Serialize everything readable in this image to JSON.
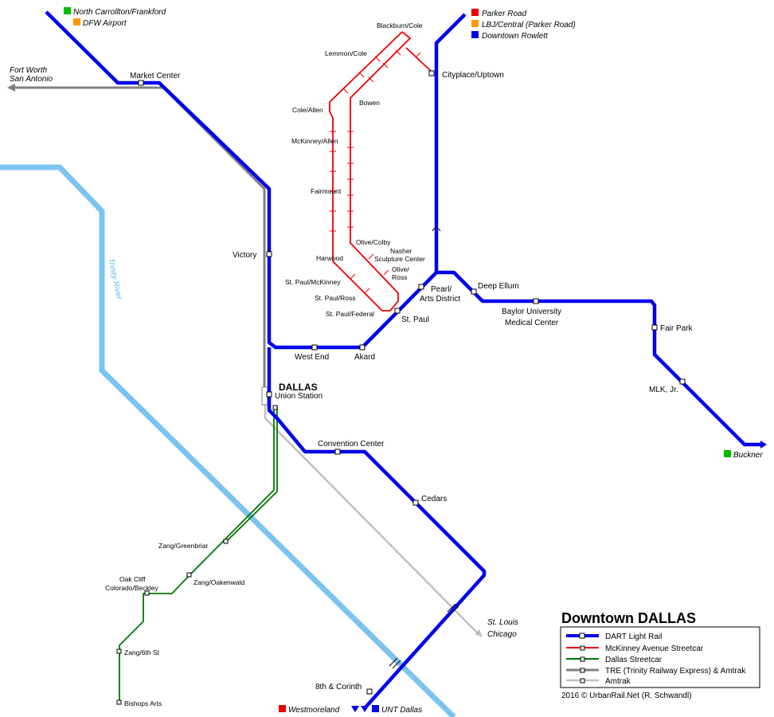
{
  "title": "Downtown DALLAS",
  "city_label": "DALLAS",
  "river_label": "Trinity River",
  "credit": "2016 © UrbanRail.Net (R. Schwandl)",
  "colors": {
    "dart": "#0000ee",
    "mckinney": "#ee0000",
    "streetcar": "#007700",
    "tre": "#808080",
    "amtrak": "#c0c0c0",
    "river": "#7cc4f0",
    "green_terminal": "#00bb00",
    "orange_terminal": "#ff9900",
    "red_terminal": "#ee0000",
    "blue_terminal": "#0000ee"
  },
  "legend": [
    {
      "label": "DART Light Rail",
      "line": "dart"
    },
    {
      "label": "McKinney Avenue Streetcar",
      "line": "mckinney"
    },
    {
      "label": "Dallas Streetcar",
      "line": "streetcar"
    },
    {
      "label": "TRE (Trinity Railway Express) & Amtrak",
      "line": "tre"
    },
    {
      "label": "Amtrak",
      "line": "amtrak"
    }
  ],
  "terminals": {
    "nw1": "North Carrollton/Frankford",
    "nw2": "DFW Airport",
    "ne1": "Parker Road",
    "ne2": "LBJ/Central (Parker Road)",
    "ne3": "Downtown Rowlett",
    "se": "Buckner",
    "s1": "Westmoreland",
    "s2": "UNT Dallas",
    "w1": "Fort Worth",
    "w2": "San Antonio",
    "e1": "St. Louis",
    "e2": "Chicago"
  },
  "stations": {
    "market_center": "Market Center",
    "victory": "Victory",
    "union_station": "Union Station",
    "west_end": "West End",
    "akard": "Akard",
    "st_paul": "St. Paul",
    "pearl_1": "Pearl/",
    "pearl_2": "Arts District",
    "deep_ellum": "Deep Ellum",
    "baylor_1": "Baylor University",
    "baylor_2": "Medical Center",
    "fair_park": "Fair Park",
    "mlk": "MLK, Jr.",
    "cityplace": "Cityplace/Uptown",
    "convention": "Convention Center",
    "cedars": "Cedars",
    "corinth": "8th & Corinth"
  },
  "streetcar_stops": {
    "zang_greenbriar": "Zang/Greenbriar",
    "zang_oakenwald": "Zang/Oakenwald",
    "oak_cliff_1": "Oak Cliff",
    "oak_cliff_2": "Colorado/Beckley",
    "zang_6th": "Zang/6th St",
    "bishops": "Bishops Arts"
  },
  "mckinney_stops": {
    "blackburn": "Blackburn/Cole",
    "lemmon": "Lemmon/Cole",
    "cole_allen": "Cole/Allen",
    "bowen": "Bowen",
    "mckinney_allen": "McKinney/Allen",
    "fairmount": "Fairmount",
    "olive_colby": "Olive/Colby",
    "nasher_1": "Nasher",
    "nasher_2": "Sculpture Center",
    "harwood": "Harwood",
    "olive_ross_1": "Olive/",
    "olive_ross_2": "Ross",
    "st_paul_mckinney": "St. Paul/McKinney",
    "st_paul_ross": "St. Paul/Ross",
    "st_paul_federal": "St. Paul/Federal"
  }
}
